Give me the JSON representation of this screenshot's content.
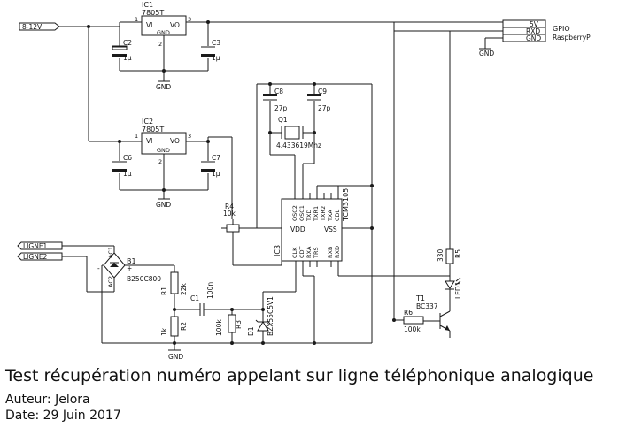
{
  "supply_label": "8-12V",
  "regulators": [
    {
      "ref": "IC1",
      "value": "7805T",
      "pin_in": "VI",
      "pin_out": "VO",
      "pin_gnd": "GND"
    },
    {
      "ref": "IC2",
      "value": "7805T",
      "pin_in": "VI",
      "pin_out": "VO",
      "pin_gnd": "GND"
    }
  ],
  "pin_numbers": {
    "p1": "1",
    "p2": "2",
    "p3": "3"
  },
  "capacitors": {
    "C2": {
      "ref": "C2",
      "value": "1µ"
    },
    "C3": {
      "ref": "C3",
      "value": "1µ"
    },
    "C6": {
      "ref": "C6",
      "value": "1µ"
    },
    "C7": {
      "ref": "C7",
      "value": "1µ"
    },
    "C8": {
      "ref": "C8",
      "value": "27p"
    },
    "C9": {
      "ref": "C9",
      "value": "27p"
    },
    "C1": {
      "ref": "C1",
      "value": "100n"
    }
  },
  "gnd_label": "GND",
  "crystal": {
    "ref": "Q1",
    "value": "4.433619Mhz"
  },
  "connector": {
    "pins": [
      "5V",
      "RXD",
      "GND"
    ],
    "title": "GPIO",
    "subtitle": "RaspberryPi"
  },
  "lines": [
    "LIGNE1",
    "LIGNE2"
  ],
  "bridge": {
    "ref": "B1",
    "value": "B250C800",
    "ac1": "AC1",
    "ac2": "AC2",
    "plus": "+",
    "minus": "-"
  },
  "resistors": {
    "R1": {
      "ref": "R1",
      "value": "22k"
    },
    "R2": {
      "ref": "R2",
      "value": "1k"
    },
    "R3": {
      "ref": "R3",
      "value": "100k"
    },
    "R4": {
      "ref": "R4",
      "value": "10k"
    },
    "R5": {
      "ref": "R5",
      "value": "330"
    },
    "R6": {
      "ref": "R6",
      "value": "100k"
    }
  },
  "zener": {
    "ref": "D1",
    "value": "BZX55C5V1"
  },
  "transistor": {
    "ref": "T1",
    "value": "BC337"
  },
  "led": {
    "ref": "LED1"
  },
  "ic3": {
    "ref": "IC3",
    "value": "TCM3105",
    "top_pins": [
      "OSC2",
      "OSC1",
      "TXD",
      "TXR1",
      "TXR2",
      "TXA",
      "CDL"
    ],
    "bottom_pins": [
      "CLK",
      "CDT",
      "RXA",
      "TRS",
      "RXB",
      "RXD"
    ],
    "vdd": "VDD",
    "vss": "VSS"
  },
  "footer": {
    "title": "Test récupération numéro appelant sur ligne téléphonique analogique",
    "author": "Auteur: Jelora",
    "date": "Date: 29 Juin 2017"
  }
}
